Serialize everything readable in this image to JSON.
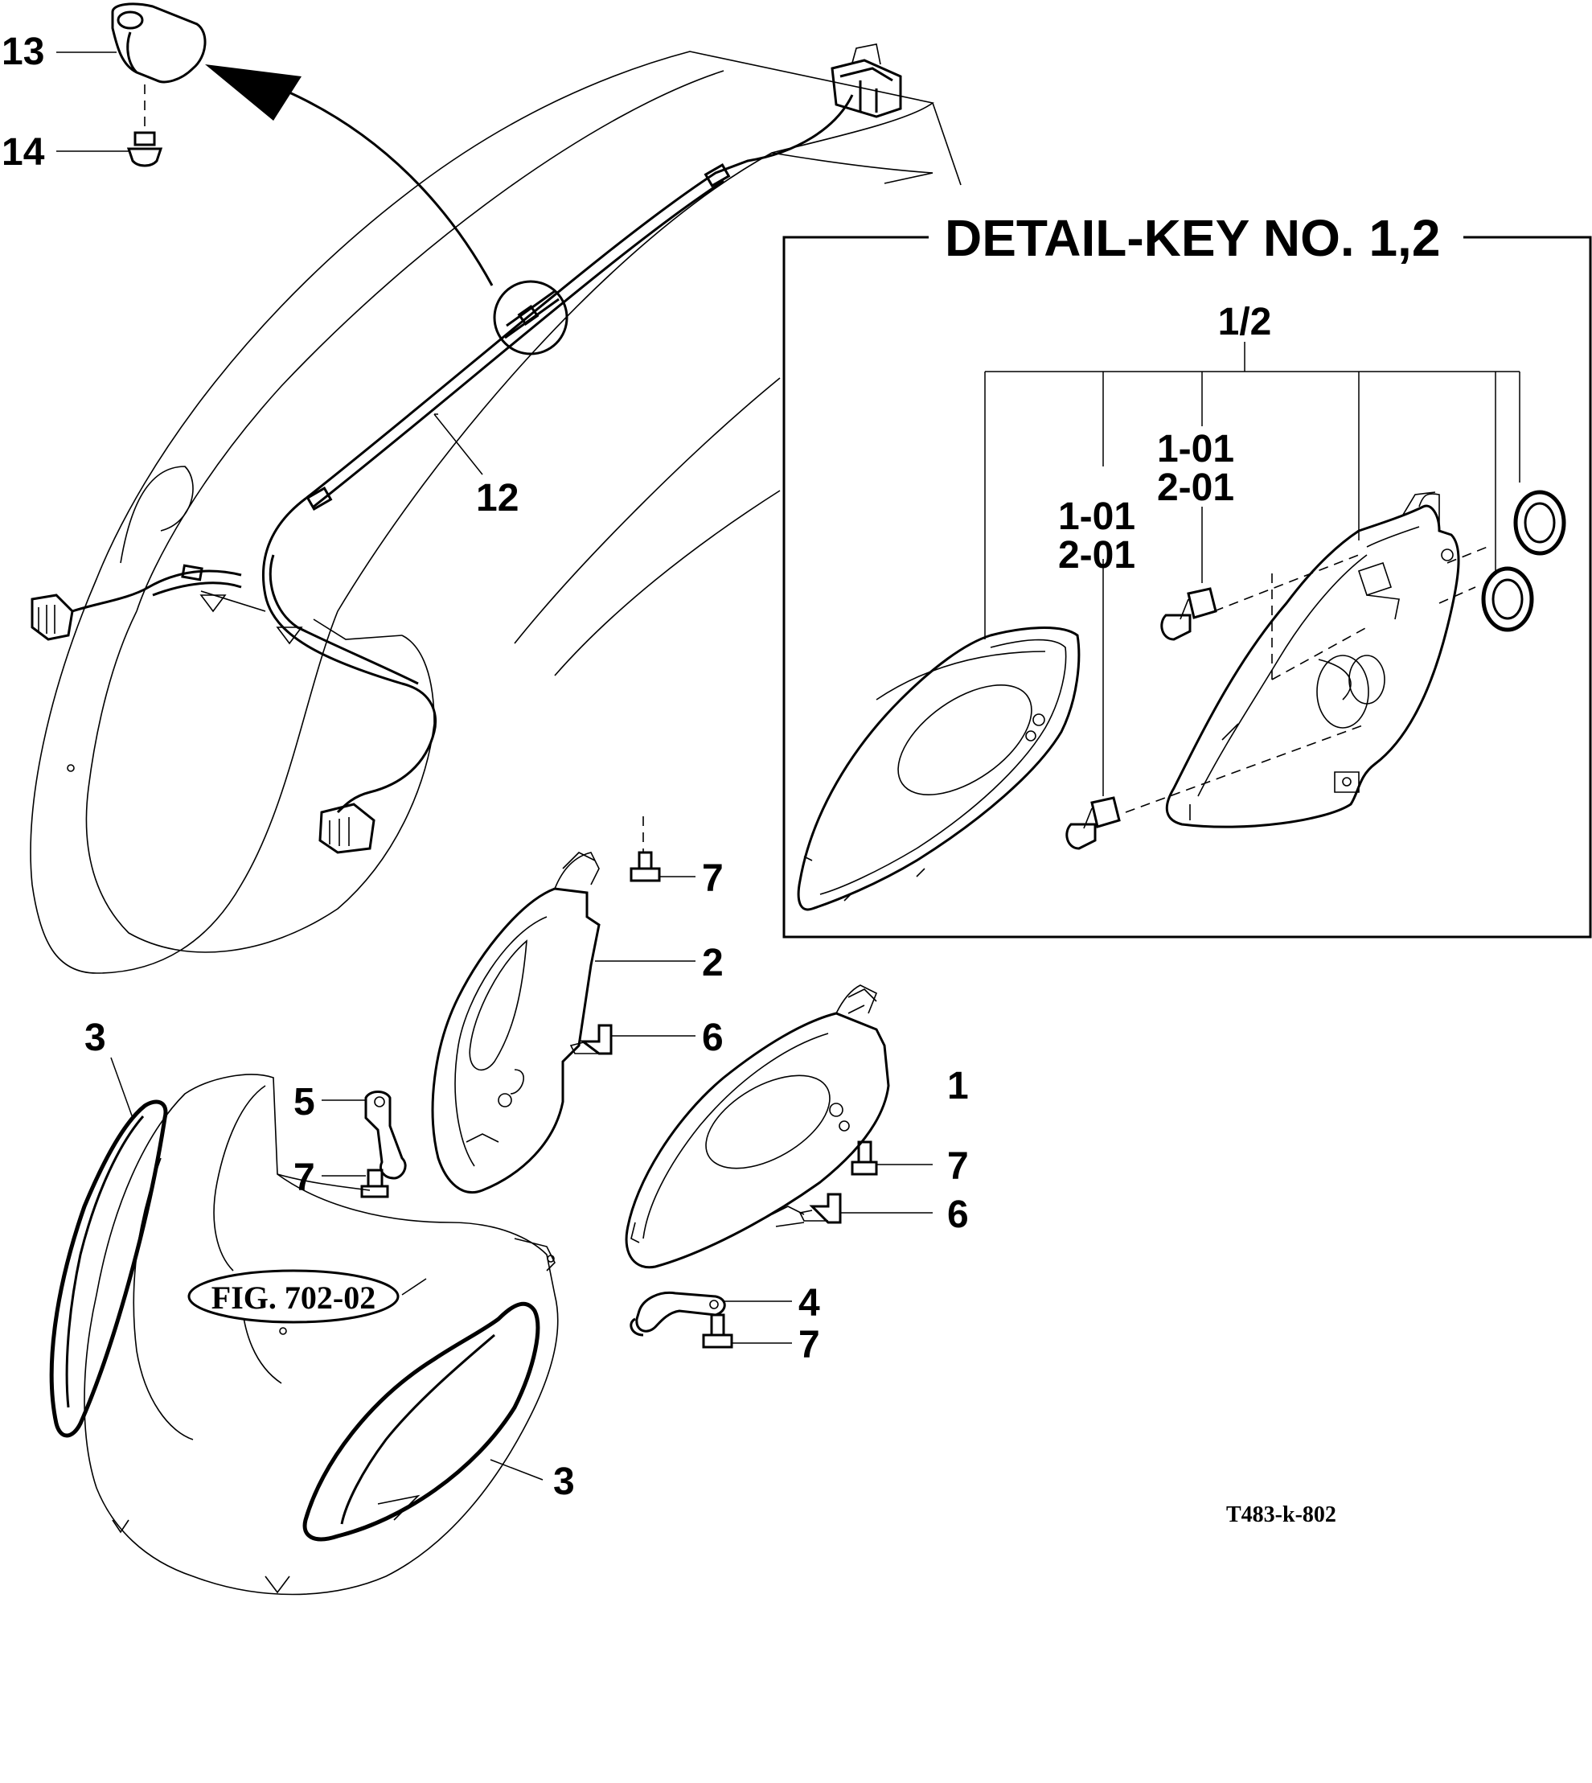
{
  "detail": {
    "title": "DETAIL-KEY NO. 1,2",
    "assembly_label": "1/2",
    "bulb_labels_upper": [
      "1-01",
      "2-01"
    ],
    "bulb_labels_lower": [
      "1-01",
      "2-01"
    ]
  },
  "callouts": {
    "c13": "13",
    "c14": "14",
    "c12": "12",
    "c7a": "7",
    "c2": "2",
    "c6a": "6",
    "c1": "1",
    "c5": "5",
    "c7b": "7",
    "c7c": "7",
    "c6b": "6",
    "c4": "4",
    "c7d": "7",
    "c3a": "3",
    "c3b": "3"
  },
  "figure_ref": "FIG. 702-02",
  "drawing_code": "T483-k-802"
}
